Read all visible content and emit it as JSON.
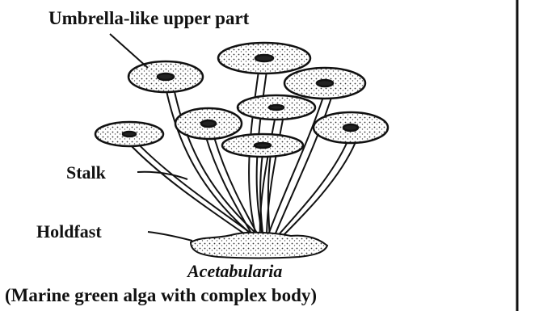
{
  "labels": {
    "umbrella": "Umbrella-like upper part",
    "stalk": "Stalk",
    "holdfast": "Holdfast",
    "genus": "Acetabularia",
    "caption": "(Marine green alga with complex body)"
  },
  "colors": {
    "ink": "#111111",
    "background": "#ffffff"
  }
}
